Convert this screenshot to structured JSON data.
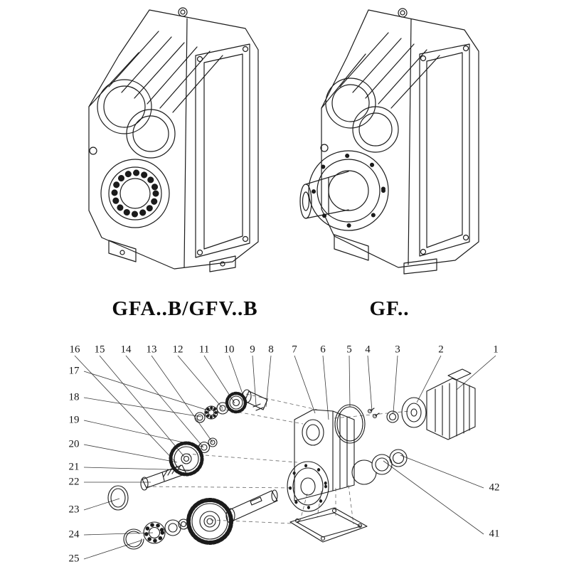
{
  "page": {
    "background": "#ffffff",
    "line_color": "#1b1b1b"
  },
  "figures": {
    "left": {
      "caption": "GFA..B/GFV..B"
    },
    "right": {
      "caption": "GF.."
    }
  },
  "exploded_view": {
    "callouts_top": [
      "16",
      "15",
      "14",
      "13",
      "12",
      "11",
      "10",
      "9",
      "8",
      "7",
      "6",
      "5",
      "4",
      "3",
      "2",
      "1"
    ],
    "callouts_left": [
      "17",
      "18",
      "19",
      "20",
      "21",
      "22",
      "23",
      "24",
      "25"
    ],
    "callouts_right": [
      "42",
      "41"
    ]
  }
}
